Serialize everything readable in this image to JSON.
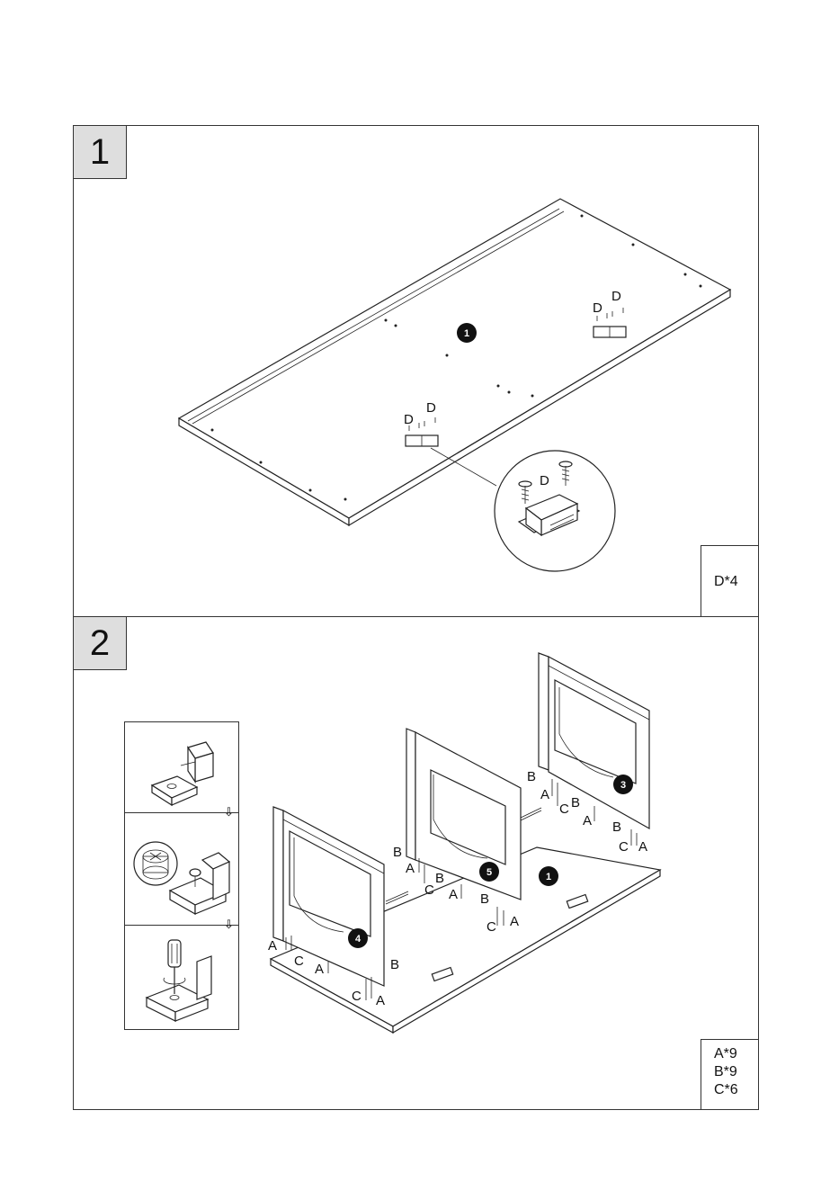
{
  "steps": [
    {
      "number": "1",
      "part_badges": [
        "1"
      ],
      "hardware_labels": [
        "D",
        "D",
        "D",
        "D",
        "D"
      ],
      "hardware_counts": [
        "D*4"
      ]
    },
    {
      "number": "2",
      "part_badges": [
        "3",
        "5",
        "1",
        "4"
      ],
      "hardware_labels": {
        "b": "B",
        "a": "A",
        "c": "C"
      },
      "hardware_counts": [
        "A*9",
        "B*9",
        "C*6"
      ]
    }
  ],
  "icons": [
    "down-arrow-icon",
    "screwdriver-icon",
    "cam-lock-icon",
    "screw-icon",
    "magnetic-catch-icon"
  ]
}
